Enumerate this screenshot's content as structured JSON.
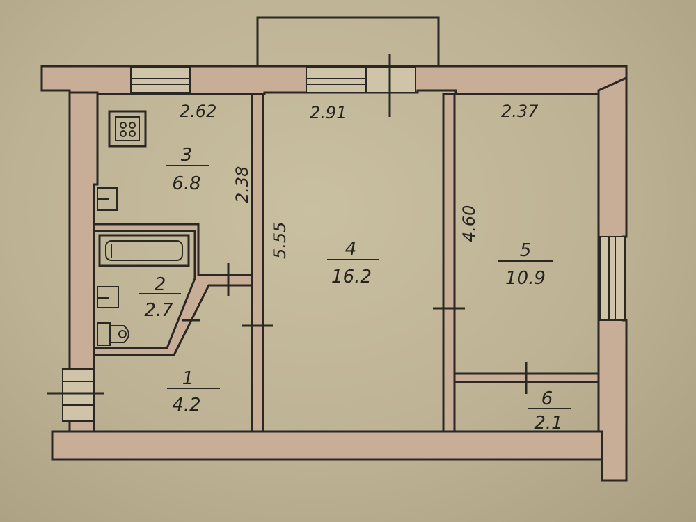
{
  "plan": {
    "dimensions": {
      "room3_width": "2.62",
      "room4_width": "2.91",
      "room5_width": "2.37",
      "room3_depth": "2.38",
      "room4_depth": "5.55",
      "room5_depth": "4.60"
    },
    "rooms": [
      {
        "number": "1",
        "area": "4.2"
      },
      {
        "number": "2",
        "area": "2.7"
      },
      {
        "number": "3",
        "area": "6.8"
      },
      {
        "number": "4",
        "area": "16.2"
      },
      {
        "number": "5",
        "area": "10.9"
      },
      {
        "number": "6",
        "area": "2.1"
      }
    ],
    "colors": {
      "wall_fill": "#c8ad97",
      "ink": "#2a2724",
      "paper": "#bdb294"
    }
  }
}
